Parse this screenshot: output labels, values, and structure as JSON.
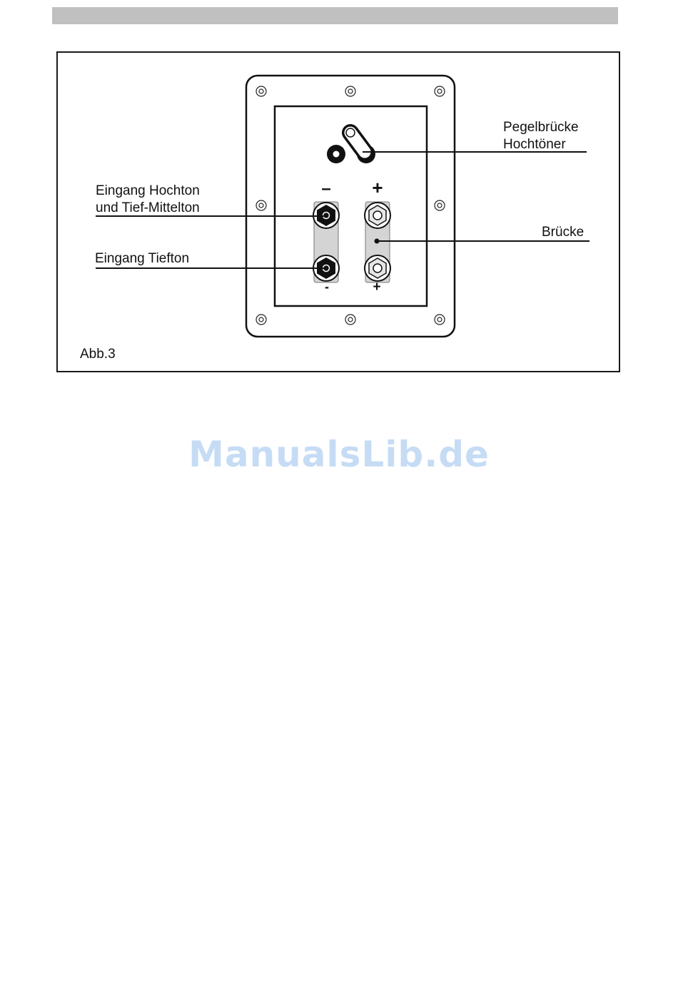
{
  "labels": {
    "level_bridge_line1": "Pegelbrücke",
    "level_bridge_line2": "Hochtöner",
    "input_high_line1": "Eingang Hochton",
    "input_high_line2": "und Tief-Mittelton",
    "input_low": "Eingang Tiefton",
    "bridge": "Brücke",
    "figure_caption": "Abb.3",
    "minus_top": "–",
    "plus_top": "+",
    "minus_bottom": "-",
    "plus_bottom": "+"
  },
  "watermark": "ManualsLib.de",
  "colors": {
    "header_bar": "#c0c0c0",
    "watermark": "#c6dcf5",
    "terminal_black": "#1a1a1a",
    "strip_grey": "#d4d4d4"
  }
}
